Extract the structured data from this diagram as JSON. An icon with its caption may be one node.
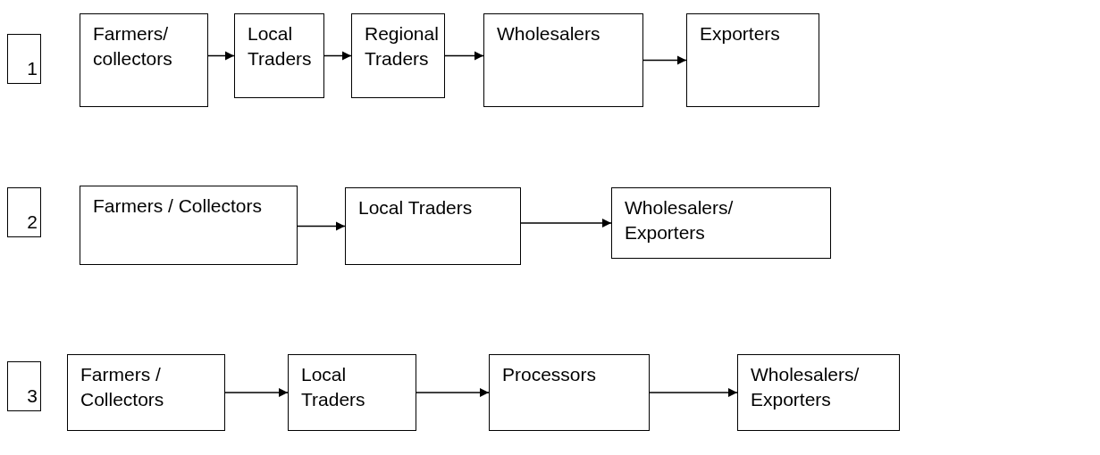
{
  "diagram": {
    "nodes": [
      {
        "text": [
          "1"
        ]
      },
      {
        "text": [
          "Farmers/ collectors"
        ]
      },
      {
        "text": [
          "Local Traders"
        ]
      },
      {
        "text": [
          "Regional Traders"
        ]
      },
      {
        "text": [
          "Wholesalers"
        ]
      },
      {
        "text": [
          "Exporters"
        ]
      },
      {
        "text": [
          "2"
        ]
      },
      {
        "text": [
          "Farmers / Collectors"
        ]
      },
      {
        "text": [
          "Local Traders"
        ]
      },
      {
        "text": [
          "Wholesalers/ Exporters"
        ]
      },
      {
        "text": [
          "3"
        ]
      },
      {
        "text": [
          "Farmers / Collectors"
        ]
      },
      {
        "text": [
          "Local Traders"
        ]
      },
      {
        "text": [
          "Processors"
        ]
      },
      {
        "text": [
          "Wholesalers/ Exporters"
        ]
      }
    ],
    "edges": [
      {
        "from": 1,
        "to": 2,
        "arrow": "to"
      },
      {
        "from": 2,
        "to": 3,
        "arrow": "to"
      },
      {
        "from": 3,
        "to": 4,
        "arrow": "to"
      },
      {
        "from": 4,
        "to": 5,
        "arrow": "to"
      },
      {
        "from": 7,
        "to": 8,
        "arrow": "to"
      },
      {
        "from": 8,
        "to": 9,
        "arrow": "to"
      },
      {
        "from": 11,
        "to": 12,
        "arrow": "to"
      },
      {
        "from": 12,
        "to": 13,
        "arrow": "to"
      },
      {
        "from": 13,
        "to": 14,
        "arrow": "to"
      }
    ]
  }
}
